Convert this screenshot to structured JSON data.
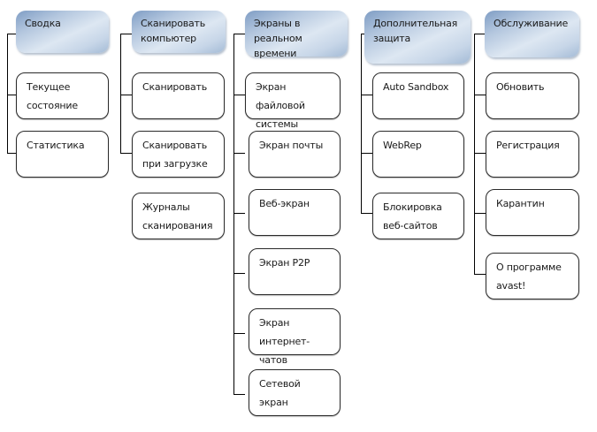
{
  "diagram": {
    "type": "hierarchy",
    "columns": [
      {
        "header": "Сводка",
        "items": [
          "Текущее\nсостояние",
          "Статистика"
        ]
      },
      {
        "header": "Сканировать\nкомпьютер",
        "items": [
          "Сканировать",
          "Сканировать\nпри загрузке",
          "Журналы\nсканирования"
        ]
      },
      {
        "header": "Экраны в реальном\nвремени",
        "items": [
          "Экран файловой\nсистемы",
          "Экран почты",
          "Веб-экран",
          "Экран P2P",
          "Экран\nинтернет-чатов",
          "Сетевой экран"
        ]
      },
      {
        "header": "Дополнительная\nзащита",
        "items": [
          "Auto Sandbox",
          "WebRep",
          "Блокировка\nвеб-сайтов"
        ]
      },
      {
        "header": "Обслуживание",
        "items": [
          "Обновить",
          "Регистрация",
          "Карантин",
          "О программе\navast!"
        ]
      }
    ]
  },
  "colors": {
    "header_gradient_dark": "#7f9dc4",
    "header_gradient_light": "#dde7f2",
    "box_border": "#2a2a2a",
    "connector": "#000000"
  }
}
